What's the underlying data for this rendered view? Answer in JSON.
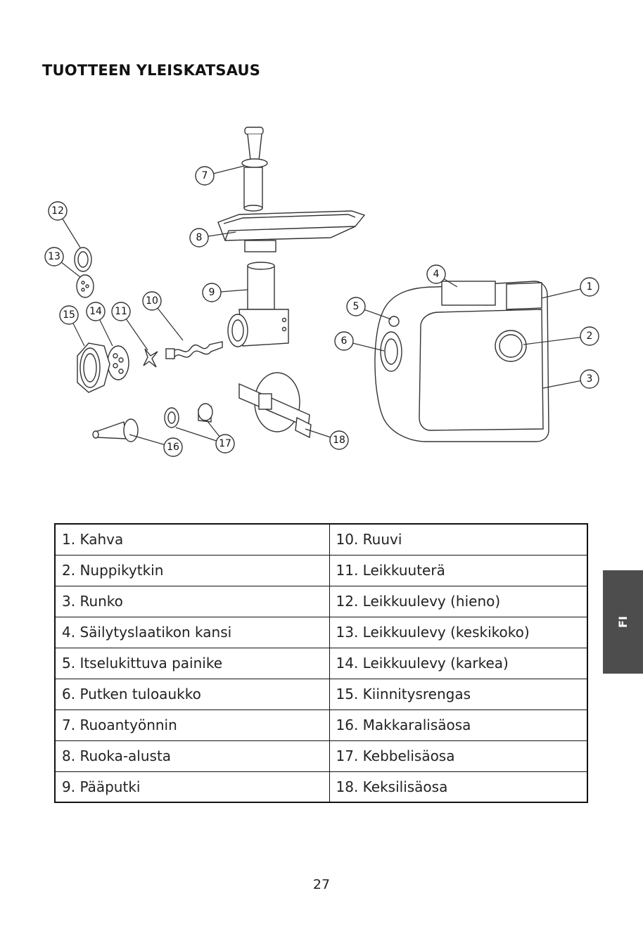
{
  "page": {
    "title": "TUOTTEEN YLEISKATSAUS",
    "page_number": "27",
    "language_tab": "FI"
  },
  "diagram": {
    "callouts": [
      "1",
      "2",
      "3",
      "4",
      "5",
      "6",
      "7",
      "8",
      "9",
      "10",
      "11",
      "12",
      "13",
      "14",
      "15",
      "16",
      "17",
      "18"
    ]
  },
  "parts_table": {
    "rows": [
      [
        "1. Kahva",
        "10. Ruuvi"
      ],
      [
        "2. Nuppikytkin",
        "11. Leikkuuterä"
      ],
      [
        "3. Runko",
        "12. Leikkuulevy (hieno)"
      ],
      [
        "4. Säilytyslaatikon kansi",
        "13. Leikkuulevy (keskikoko)"
      ],
      [
        "5. Itselukittuva painike",
        "14. Leikkuulevy (karkea)"
      ],
      [
        "6. Putken tuloaukko",
        "15. Kiinnitysrengas"
      ],
      [
        "7. Ruoantyönnin",
        "16. Makkaralisäosa"
      ],
      [
        "8. Ruoka-alusta",
        "17. Kebbelisäosa"
      ],
      [
        "9. Pääputki",
        "18. Keksilisäosa"
      ]
    ]
  }
}
